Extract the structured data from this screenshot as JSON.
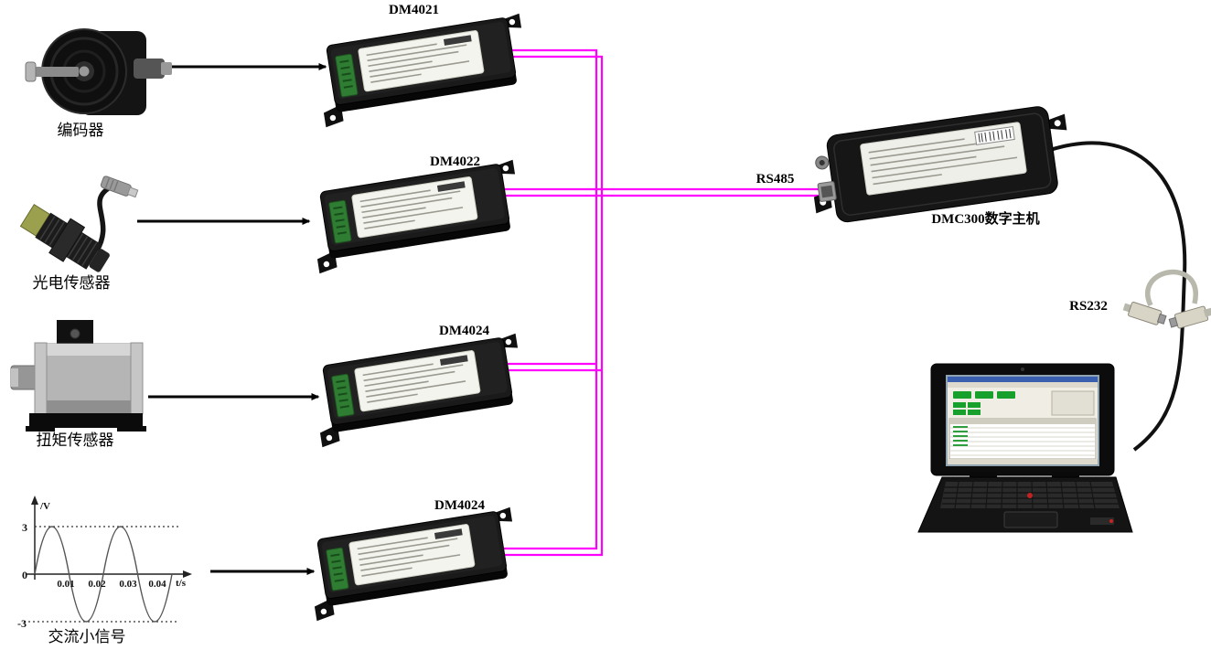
{
  "sources": [
    {
      "name": "encoder",
      "label": "编码器"
    },
    {
      "name": "photoelectric-sensor",
      "label": "光电传感器"
    },
    {
      "name": "torque-sensor",
      "label": "扭矩传感器"
    },
    {
      "name": "ac-small-signal",
      "label": "交流小信号"
    }
  ],
  "modules": [
    {
      "name": "module-1",
      "label": "DM4021"
    },
    {
      "name": "module-2",
      "label": "DM4022"
    },
    {
      "name": "module-3",
      "label": "DM4024"
    },
    {
      "name": "module-4",
      "label": "DM4024"
    }
  ],
  "host": {
    "label": "DMC300数字主机"
  },
  "links": {
    "rs485_label": "RS485",
    "rs232_label": "RS232"
  },
  "colors": {
    "bus_line": "#FF00FF",
    "arrow": "#000000",
    "background": "#FFFFFF"
  },
  "signal_plot": {
    "type": "line",
    "ylabel": "/V",
    "xlabel": "t/s",
    "ytick_top": "3",
    "ytick_origin": "0",
    "ytick_bottom": "-3",
    "xticks": [
      "0.01",
      "0.02",
      "0.03",
      "0.04"
    ],
    "amplitude_V": 3,
    "period_s": 0.02,
    "x_range_s": [
      0,
      0.04
    ],
    "description": "AC small-signal sine wave, amplitude 3 V, two periods over 0.04 s, dotted limit lines at +3 V and -3 V"
  }
}
